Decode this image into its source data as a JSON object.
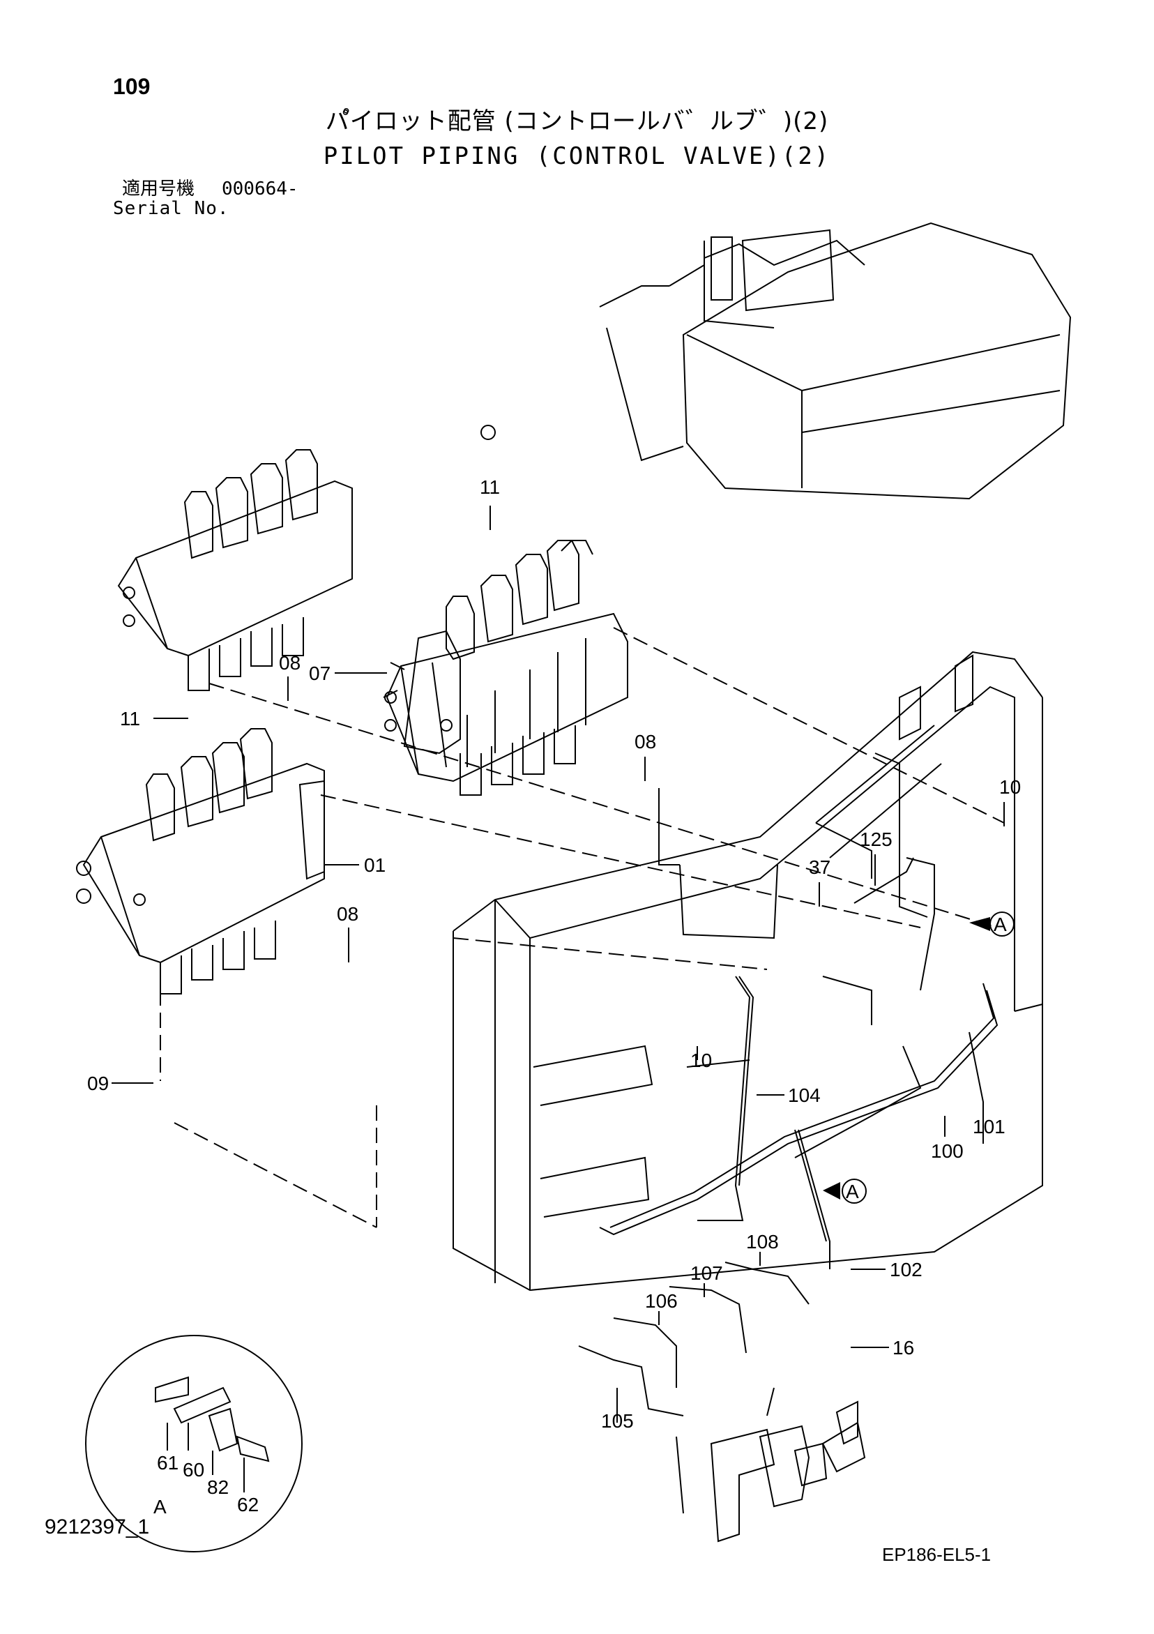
{
  "page": {
    "number": "109",
    "title_jp": "パ゚イロット配管 (コントロールバ゛ルブ゛)(2)",
    "title_en": "PILOT PIPING (CONTROL VALVE)(2)",
    "serial_label_jp": "適用号機",
    "serial_value": "000664-",
    "serial_label_en": "Serial No.",
    "drawing_id": "9212397_1",
    "figure_id": "EP186-EL5-1"
  },
  "callouts": {
    "c11a": "11",
    "c11b": "11",
    "c07": "07",
    "c08a": "08",
    "c08b": "08",
    "c08c": "08",
    "c01": "01",
    "c09": "09",
    "c10a": "10",
    "c10b": "10",
    "c125": "125",
    "c37": "37",
    "cA1": "A",
    "cA2": "A",
    "c104": "104",
    "c100": "100",
    "c101": "101",
    "c108": "108",
    "c102": "102",
    "c107": "107",
    "c106": "106",
    "c16": "16",
    "c105": "105",
    "c61": "61",
    "c60": "60",
    "c82": "82",
    "c62": "62",
    "cAdetail": "A"
  }
}
